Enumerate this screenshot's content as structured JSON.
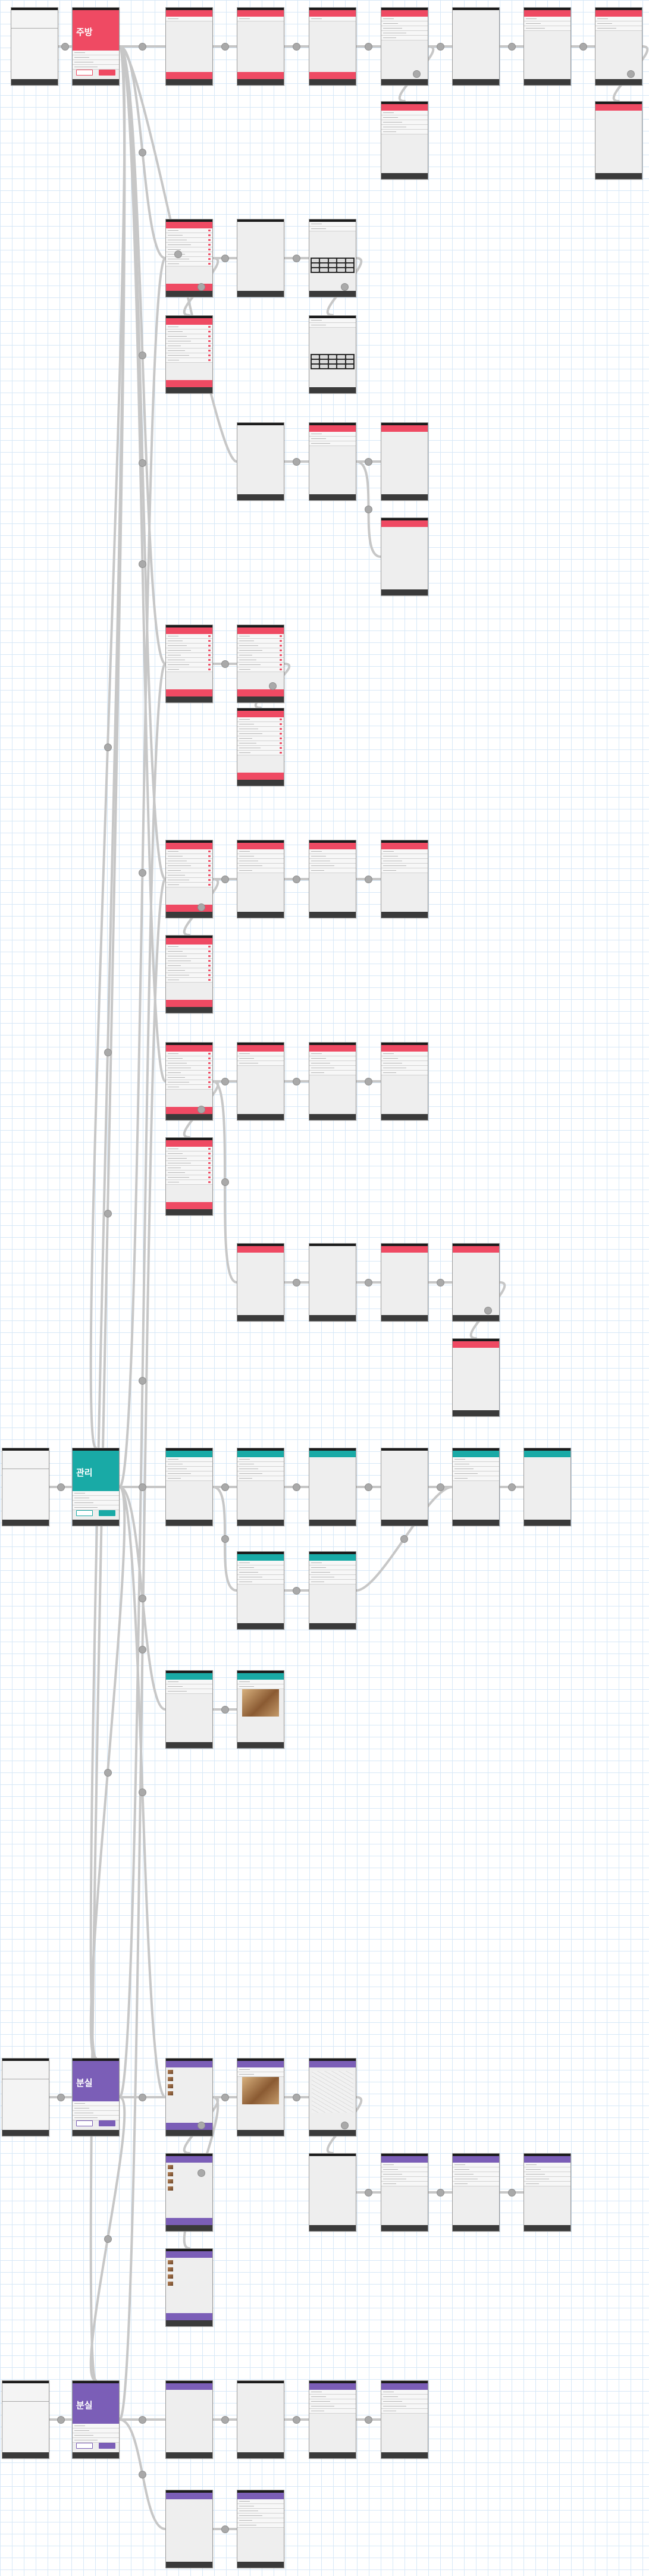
{
  "diagram": {
    "colors": {
      "red": "#ef4a63",
      "teal": "#19aaa6",
      "purple": "#7b5eb7",
      "screen_bg": "#eeeeee",
      "connector": "#c7c7c7",
      "node": "#a9a9a9"
    },
    "sections": [
      {
        "name": "section-1",
        "color": "red",
        "home_title": "주방"
      },
      {
        "name": "section-2",
        "color": "teal",
        "home_title": "관리"
      },
      {
        "name": "section-3",
        "color": "purple",
        "home_title": "분실"
      },
      {
        "name": "section-4",
        "color": "purple",
        "home_title": "분실"
      }
    ],
    "home_buttons": [
      "",
      ""
    ]
  }
}
